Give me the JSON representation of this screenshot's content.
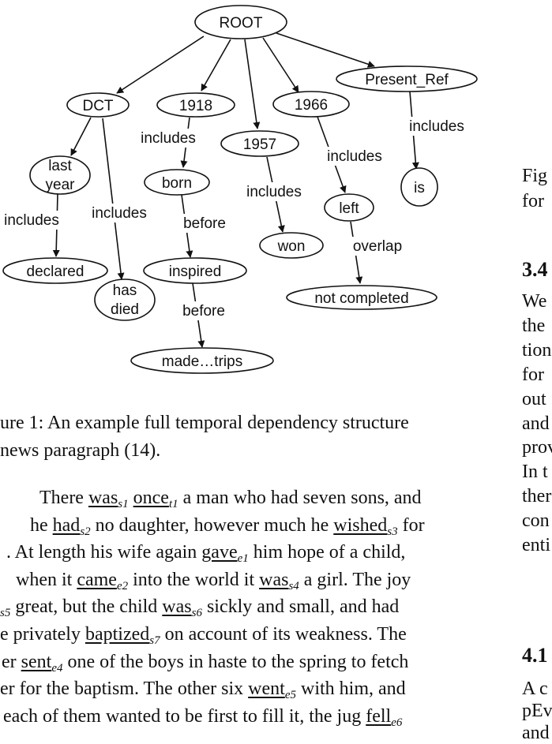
{
  "diagram": {
    "nodes": {
      "root": "ROOT",
      "dct": "DCT",
      "n1918": "1918",
      "n1957": "1957",
      "n1966": "1966",
      "present_ref": "Present_Ref",
      "last_year_1": "last",
      "last_year_2": "year",
      "born": "born",
      "left": "left",
      "is": "is",
      "declared": "declared",
      "has_died_1": "has",
      "has_died_2": "died",
      "inspired": "inspired",
      "won": "won",
      "not_completed": "not completed",
      "made_trips": "made…trips"
    },
    "edge_labels": {
      "present_includes": "includes",
      "n1918_includes": "includes",
      "n1966_includes": "includes",
      "n1957_includes": "includes",
      "lastyear_includes": "includes",
      "dct_includes": "includes",
      "born_before": "before",
      "left_overlap": "overlap",
      "inspired_before": "before"
    }
  },
  "caption": {
    "line1": "ure 1: An example full temporal dependency structure",
    "line2": "news paragraph (14)."
  },
  "paragraph": [
    [
      {
        "t": "There "
      },
      {
        "t": "was",
        "u": true
      },
      {
        "s": "s1"
      },
      {
        "t": " "
      },
      {
        "t": "once",
        "u": true
      },
      {
        "s": "t1"
      },
      {
        "t": " a man who had seven sons, and"
      }
    ],
    [
      {
        "t": "he "
      },
      {
        "t": "had",
        "u": true
      },
      {
        "s": "s2"
      },
      {
        "t": " no daughter, however much he "
      },
      {
        "t": "wished",
        "u": true
      },
      {
        "s": "s3"
      },
      {
        "t": " for"
      }
    ],
    [
      {
        "t": ". At length his wife again "
      },
      {
        "t": "gave",
        "u": true
      },
      {
        "s": "e1"
      },
      {
        "t": " him hope of a child,"
      }
    ],
    [
      {
        "t": "when it "
      },
      {
        "t": "came",
        "u": true
      },
      {
        "s": "e2"
      },
      {
        "t": " into the world it "
      },
      {
        "t": "was",
        "u": true
      },
      {
        "s": "s4"
      },
      {
        "t": " a girl. The joy"
      }
    ],
    [
      {
        "s": "s5"
      },
      {
        "t": " great, but the child "
      },
      {
        "t": "was",
        "u": true
      },
      {
        "s": "s6"
      },
      {
        "t": " sickly and small, and had"
      }
    ],
    [
      {
        "t": "e privately "
      },
      {
        "t": "baptized",
        "u": true
      },
      {
        "s": "s7"
      },
      {
        "t": " on account of its weakness. The"
      }
    ],
    [
      {
        "t": "er "
      },
      {
        "t": "sent",
        "u": true
      },
      {
        "s": "e4"
      },
      {
        "t": " one of the boys in haste to the spring to fetch"
      }
    ],
    [
      {
        "t": "er for the baptism. The other six "
      },
      {
        "t": "went",
        "u": true
      },
      {
        "s": "e5"
      },
      {
        "t": " with him, and"
      }
    ],
    [
      {
        "t": "each of them wanted to be first to fill it, the jug "
      },
      {
        "t": "fell",
        "u": true
      },
      {
        "s": "e6"
      }
    ]
  ],
  "right_column": {
    "fig_1": "Fig",
    "fig_2": "for",
    "section_34": "3.4",
    "lines": [
      "We",
      "the",
      "tion",
      "for",
      "out",
      "and",
      "prov",
      "In t",
      "ther",
      "con",
      "enti"
    ],
    "section_41": "4.1",
    "lines2": [
      "A c",
      "pEv",
      "and"
    ]
  }
}
